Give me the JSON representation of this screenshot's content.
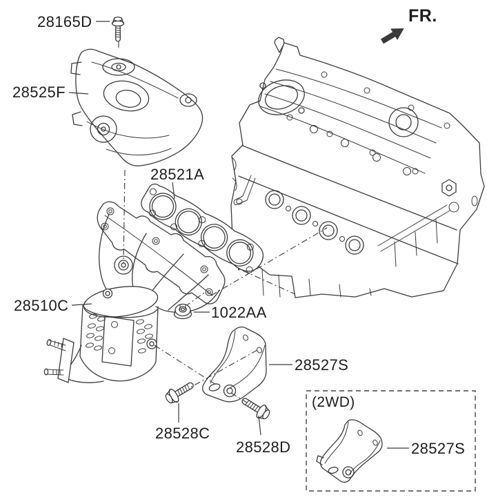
{
  "page": {
    "background": "#ffffff",
    "colors": {
      "line": "#3a3a3a",
      "text": "#1d1d1d",
      "bg": "#ffffff"
    }
  },
  "direction_indicator": {
    "label": "FR.",
    "arrow_icon": "arrow-up-right"
  },
  "callouts": {
    "bolt_top": "28165D",
    "heat_shield": "28525F",
    "manifold_gasket": "28521A",
    "exhaust_manifold_catalyst": "28510C",
    "flange_nut": "1022AA",
    "support_bracket": "28527S",
    "bracket_bolt_front": "28528C",
    "bracket_bolt_rear": "28528D"
  },
  "variant_2wd": {
    "caption": "(2WD)",
    "support_bracket": "28527S"
  }
}
